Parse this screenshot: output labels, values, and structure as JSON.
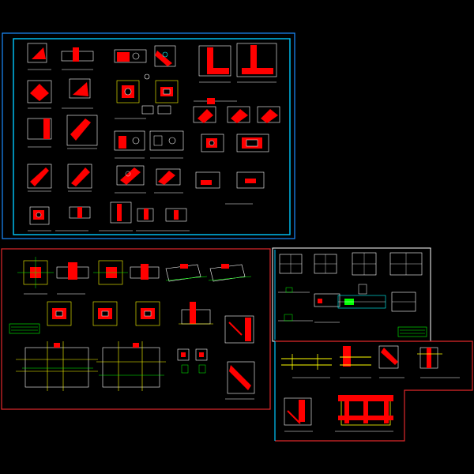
{
  "sheets": [
    {
      "id": "sheet-1",
      "frame_color": "#1a8cff",
      "inner_color": "#00c8ff"
    },
    {
      "id": "sheet-2",
      "frame_color": "#e0282b"
    },
    {
      "id": "sheet-3",
      "frame_color": "#ffffff",
      "inner_color": "#00c8ff"
    },
    {
      "id": "sheet-4",
      "frame_color": "#e0282b",
      "inner_color": "#00c8ff"
    }
  ],
  "colors": {
    "background": "#000000",
    "wall": "#ff0000",
    "line": "#ffffff",
    "dim": "#00ff00",
    "rebar": "#ffff00",
    "accent": "#ff00ff",
    "cyan": "#00ffff"
  }
}
